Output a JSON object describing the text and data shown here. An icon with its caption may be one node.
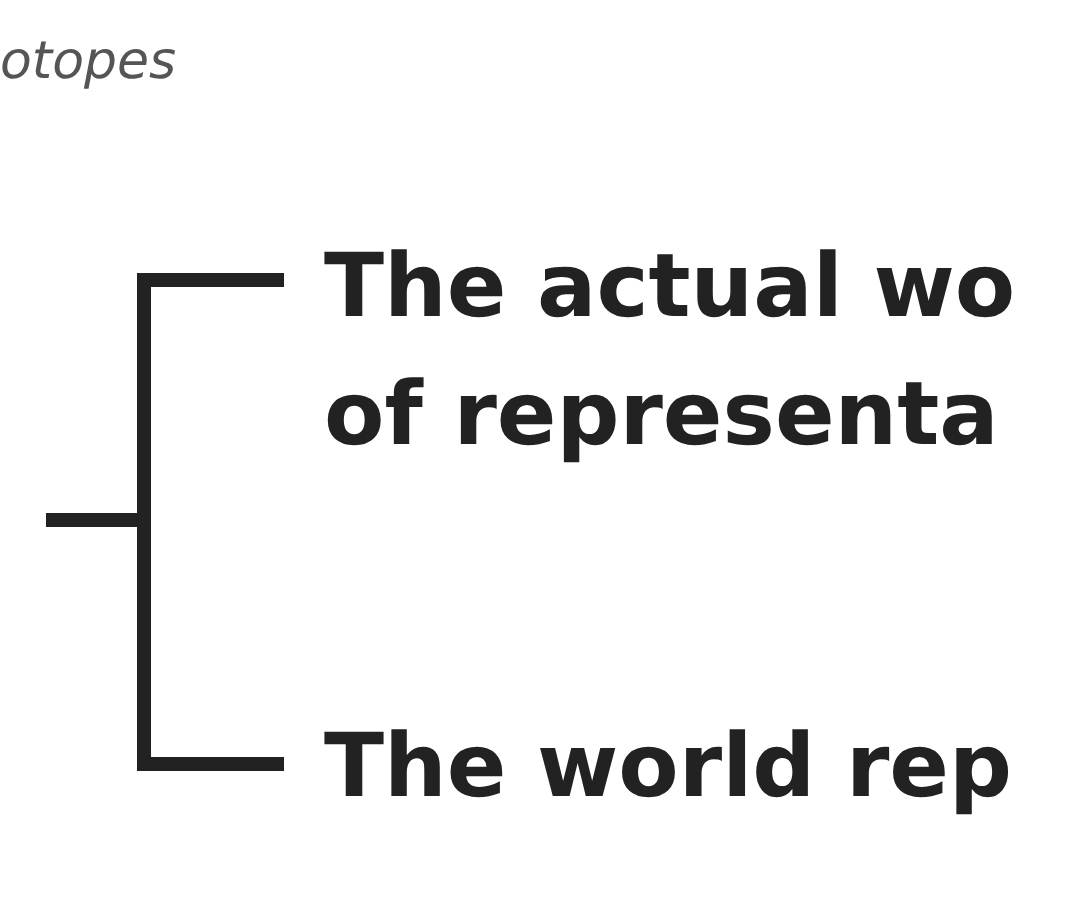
{
  "diagram": {
    "nodes": [
      {
        "text": [
          "The actual wo of representa"
        ]
      },
      {
        "text": [
          "The world rep"
        ]
      }
    ],
    "edges": [
      {
        "from": null,
        "to": 0,
        "arrow": "none"
      },
      {
        "from": null,
        "to": 1,
        "arrow": "none"
      }
    ],
    "labels": [
      "otopes"
    ]
  }
}
